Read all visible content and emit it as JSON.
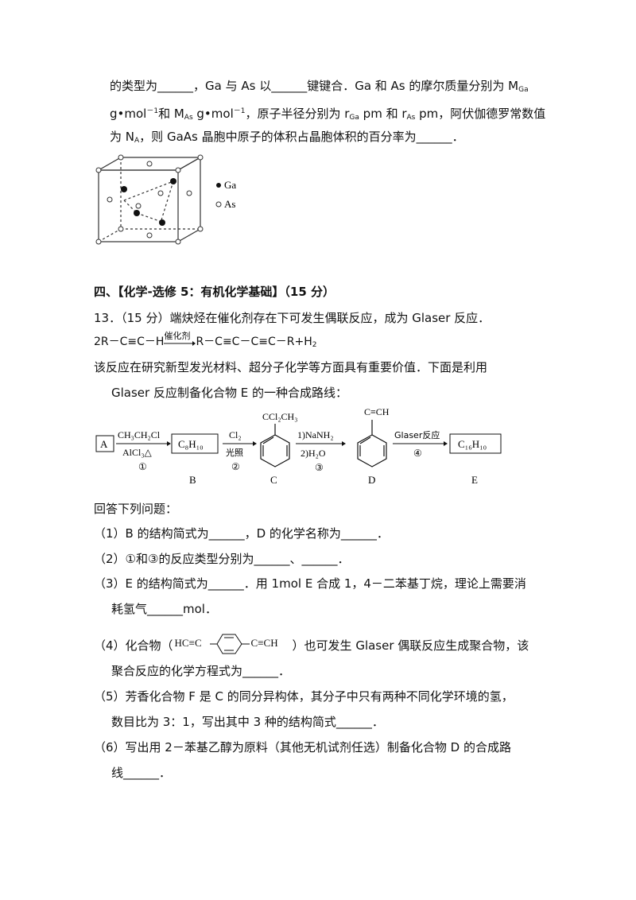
{
  "intro": {
    "l1": {
      "a": "的类型为______，Ga 与 As 以______键键合．Ga 和 As 的摩尔质量分别为 M",
      "b": "Ga"
    },
    "l2": {
      "a": "g•mol",
      "b": "－1",
      "c": "和 M",
      "d": "As",
      "e": " g•mol",
      "f": "－1",
      "g": "，原子半径分别为 r",
      "h": "Ga",
      "i": " pm 和 r",
      "j": "As",
      "k": " pm，阿伏伽德罗常数值"
    },
    "l3": {
      "a": "为 N",
      "b": "A",
      "c": "，则 GaAs 晶胞中原子的体积占晶胞体积的百分率为______．"
    }
  },
  "crystal_legend": {
    "ga": "Ga",
    "as": "As"
  },
  "section": {
    "title": "四、【化学-选修 5：有机化学基础】（15 分）"
  },
  "q13": {
    "head": "13．（15 分）端炔烃在催化剂存在下可发生偶联反应，成为 Glaser 反应．",
    "eq_left": "2R－C≡C－H",
    "eq_cat": "催化剂",
    "eq_right": "R－C≡C－C≡C－R+H",
    "eq_h2_sub": "2",
    "body1": "该反应在研究新型发光材料、超分子化学等方面具有重要价值．下面是利用",
    "body2": "Glaser 反应制备化合物 E 的一种合成路线："
  },
  "route": {
    "A": "A",
    "reag1_top": "CH₃CH₂Cl",
    "reag1_bot": "AlCl₃△",
    "step1": "①",
    "B_formula": "C₈H₁₀",
    "reag2_top": "Cl₂",
    "reag2_bot": "光照",
    "step2": "②",
    "C_sub": "CCl₂CH₃",
    "reag3_top": "1)NaNH₂",
    "reag3_bot": "2)H₂O",
    "step3": "③",
    "D_sub": "C≡CH",
    "reag4_top": "Glaser反应",
    "step4": "④",
    "E_formula": "C₁₆H₁₀",
    "lab_B": "B",
    "lab_C": "C",
    "lab_D": "D",
    "lab_E": "E"
  },
  "answer_intro": "回答下列问题：",
  "q": {
    "q1": "（1）B 的结构简式为______，D 的化学名称为______．",
    "q2": "（2）①和③的反应类型分别为______、______．",
    "q3a": "（3）E 的结构简式为______．用 1mol E 合成 1，4－二苯基丁烷，理论上需要消",
    "q3b": "耗氢气______mol．",
    "q4a": "（4）化合物（",
    "q4_left": "HC≡C",
    "q4_right": "C≡CH",
    "q4b": "）也可发生 Glaser 偶联反应生成聚合物，该",
    "q4c": "聚合反应的化学方程式为______．",
    "q5a": "（5）芳香化合物 F 是 C 的同分异构体，其分子中只有两种不同化学环境的氢，",
    "q5b": "数目比为 3：1，写出其中 3 种的结构简式______．",
    "q6a": "（6）写出用 2－苯基乙醇为原料（其他无机试剂任选）制备化合物 D 的合成路",
    "q6b": "线______．"
  }
}
